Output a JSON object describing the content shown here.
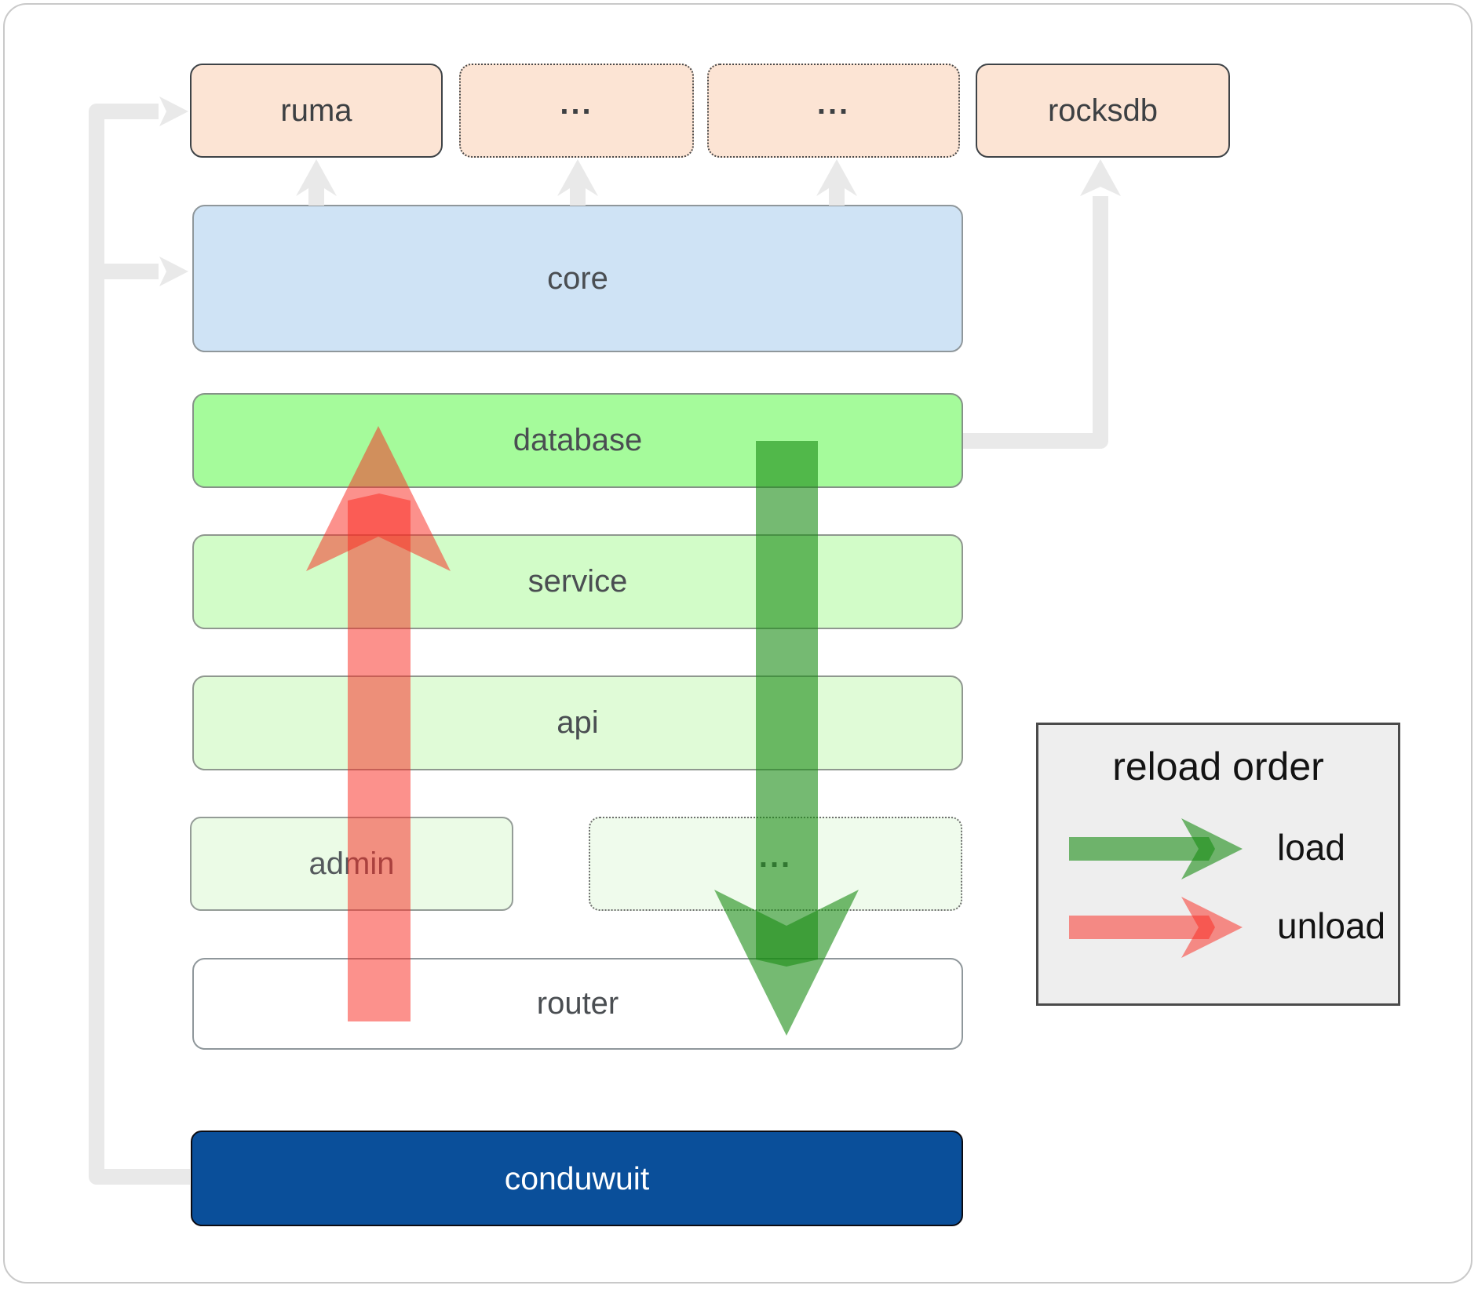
{
  "boxes": {
    "ruma": "ruma",
    "ellipsis_a": "...",
    "ellipsis_b": "...",
    "rocksdb": "rocksdb",
    "core": "core",
    "database": "database",
    "service": "service",
    "api": "api",
    "admin": "admin",
    "ellipsis_c": "...",
    "router": "router",
    "conduwuit": "conduwuit"
  },
  "legend": {
    "title": "reload order",
    "load_label": "load",
    "unload_label": "unload"
  },
  "colors": {
    "load_arrow_green": "#1e8c14",
    "unload_arrow_red": "#fa2d23",
    "conduwuit_blue": "#0a4f9a",
    "core_blue": "#cfe3f5",
    "database_green": "#a5fb9b",
    "module_peach": "#fce4d4",
    "connector_grey": "#e9e9e9",
    "legend_bg": "#eeeeee"
  }
}
